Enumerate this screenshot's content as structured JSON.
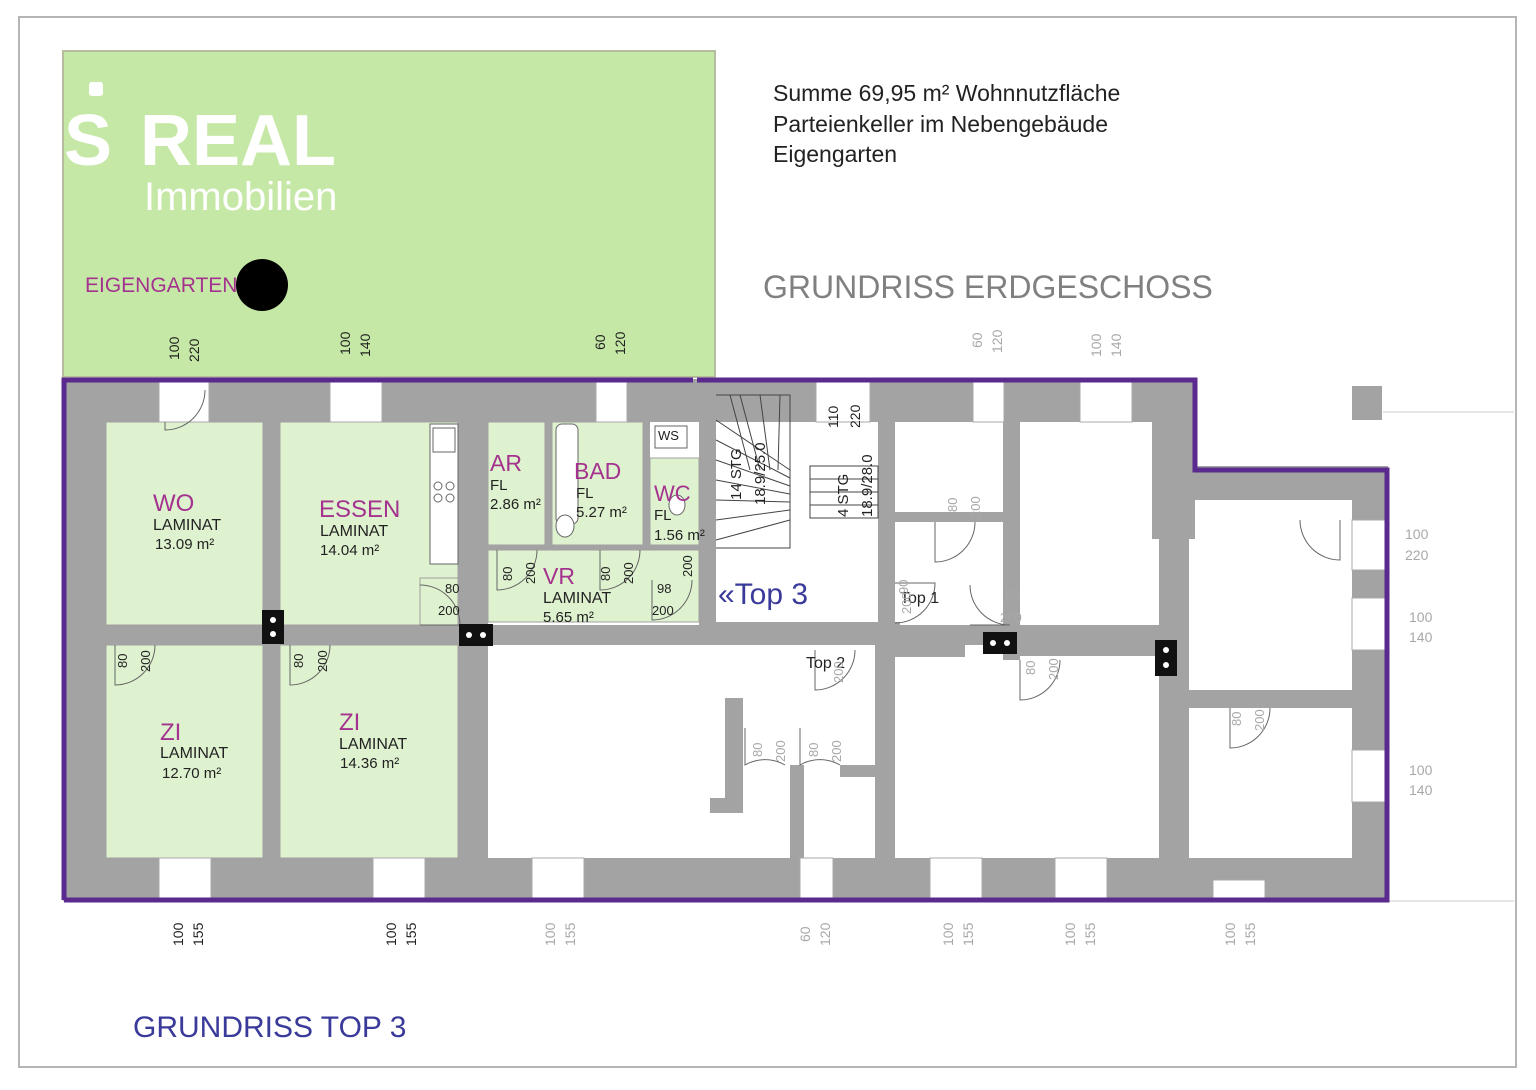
{
  "brand": {
    "logo_symbol": "S",
    "logo_name": "REAL",
    "logo_sub": "Immobilien"
  },
  "summary": {
    "line1": "Summe 69,95 m² Wohnnutzfläche",
    "line2": "Parteienkeller im Nebengebäude",
    "line3": "Eigengarten"
  },
  "titles": {
    "ground_floor": "GRUNDRISS ERDGESCHOSS",
    "top3": "GRUNDRISS TOP 3"
  },
  "garden": {
    "label": "EIGENGARTEN"
  },
  "rooms": {
    "wo": {
      "name": "WO",
      "floor": "LAMINAT",
      "area": "13.09 m²"
    },
    "essen": {
      "name": "ESSEN",
      "floor": "LAMINAT",
      "area": "14.04 m²"
    },
    "ar": {
      "name": "AR",
      "floor": "FL",
      "area": "2.86 m²"
    },
    "bad": {
      "name": "BAD",
      "floor": "FL",
      "area": "5.27 m²"
    },
    "wc": {
      "name": "WC",
      "floor": "FL",
      "area": "1.56 m²"
    },
    "vr": {
      "name": "VR",
      "floor": "LAMINAT",
      "area": "5.65 m²"
    },
    "zi1": {
      "name": "ZI",
      "floor": "LAMINAT",
      "area": "12.70 m²"
    },
    "zi2": {
      "name": "ZI",
      "floor": "LAMINAT",
      "area": "14.36 m²"
    }
  },
  "markers": {
    "top3": "«Top 3",
    "top1": "Top 1",
    "top2": "Top 2",
    "ws": "WS",
    "stair1": "14 STG",
    "stair1_dim": "18.9/25.0",
    "stair2": "4 STG",
    "stair2_dim": "18.9/28.0"
  },
  "window_dims": {
    "w100_220": [
      "100",
      "220"
    ],
    "w100_140": [
      "100",
      "140"
    ],
    "w60_120": [
      "60",
      "120"
    ],
    "w100_155": [
      "100",
      "155"
    ],
    "w110_220": [
      "110",
      "220"
    ]
  },
  "door_dims": {
    "d80_200": [
      "80",
      "200"
    ],
    "d98_200": [
      "98",
      "200"
    ],
    "d90_200": [
      "90",
      "200"
    ]
  },
  "colors": {
    "wall": "#a3a3a3",
    "outline": "#5b2a8e",
    "garden": "#c6e8a6",
    "room_fill": "#dff2cf",
    "room_label": "#a3338e",
    "title_grey": "#808080",
    "title_blue": "#3a3a9a"
  }
}
